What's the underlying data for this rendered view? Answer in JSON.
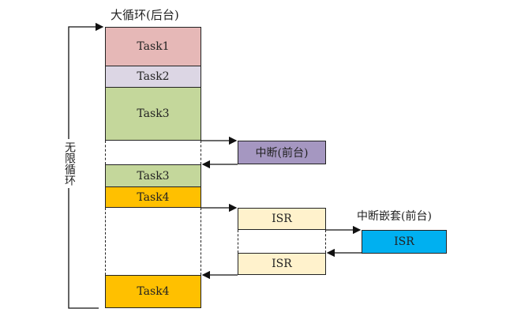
{
  "title": "大循环(后台)",
  "loop_label": "无限循环",
  "nested_label": "中断嵌套(前台)",
  "tasks": [
    "Task1",
    "Task2",
    "Task3",
    "Task3",
    "Task4",
    "Task4"
  ],
  "interrupt": "中断(前台)",
  "isr": [
    "ISR",
    "ISR",
    "ISR"
  ],
  "colors": {
    "task1": "#e6b8b7",
    "task2": "#dcd6e4",
    "task3": "#c4d79b",
    "task4": "#ffc000",
    "interrupt": "#a597c1",
    "isr": "#fff2cc",
    "nested_isr": "#00b0f0"
  }
}
